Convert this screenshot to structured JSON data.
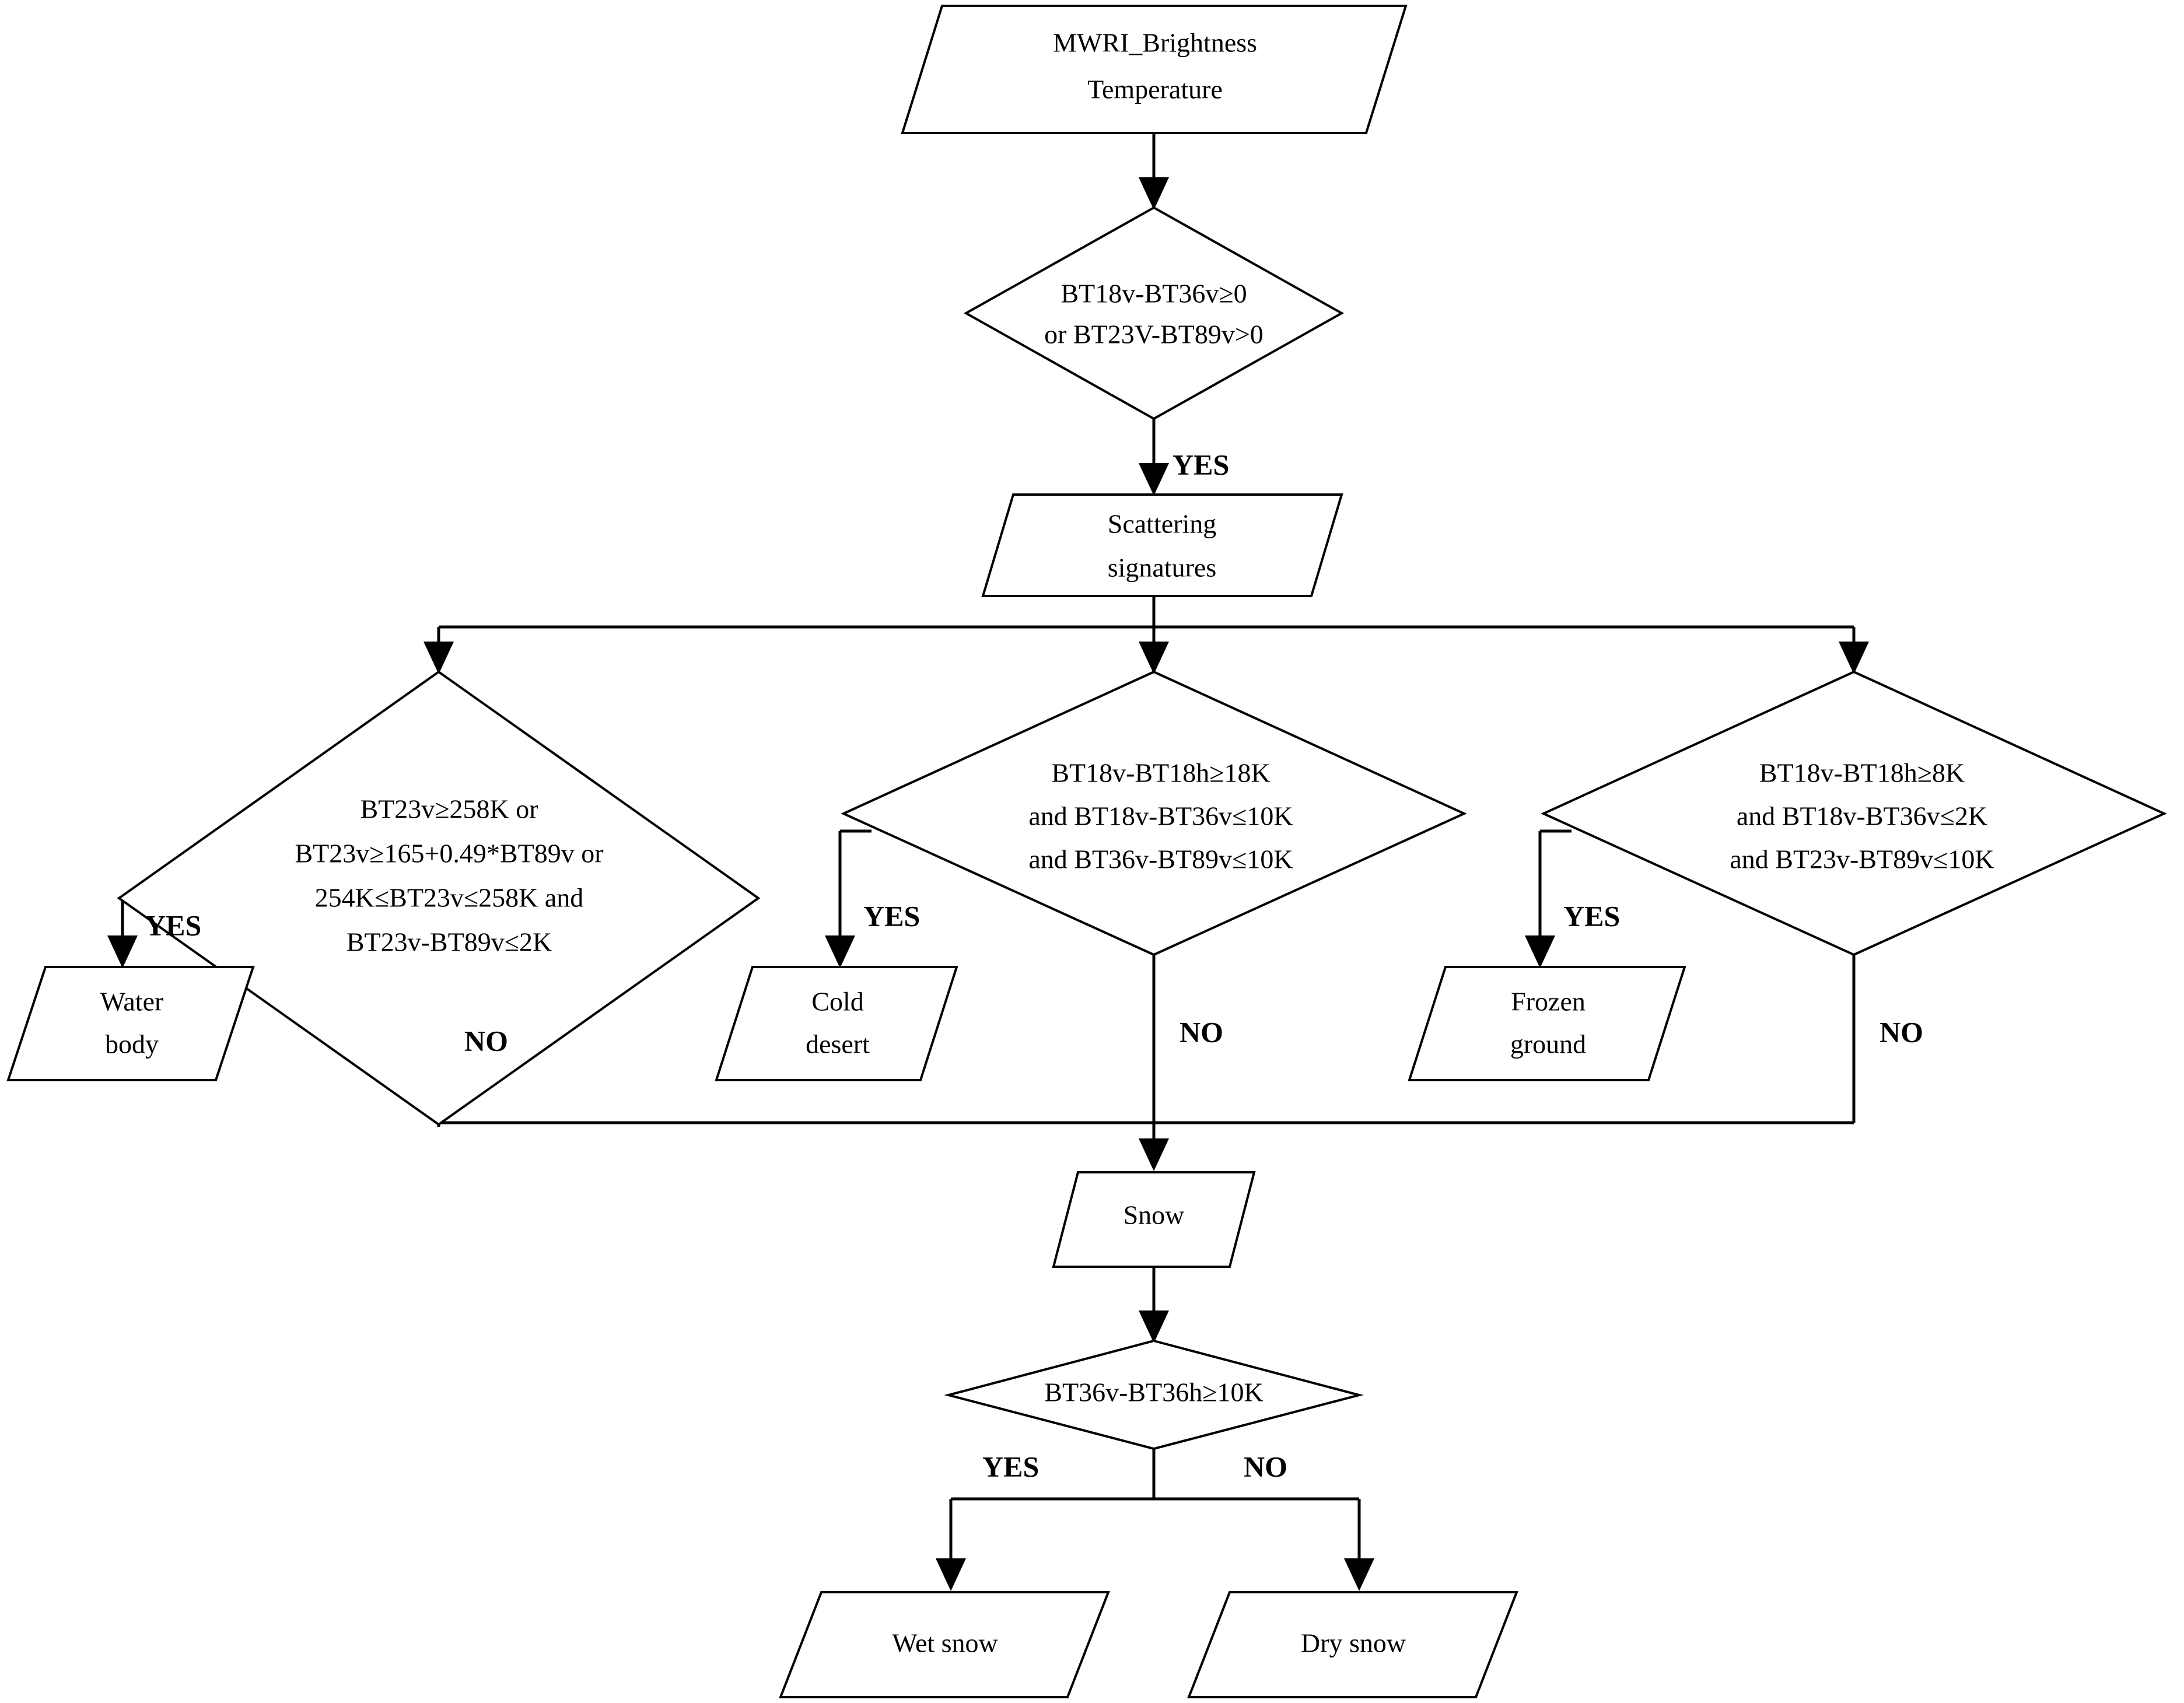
{
  "diagram": {
    "title": "MWRI snow discrimination decision tree",
    "colors": {
      "stroke": "#000000",
      "fill": "#ffffff",
      "background": "#ffffff"
    },
    "nodes": {
      "input": {
        "shape": "parallelogram",
        "line1": "MWRI_Brightness",
        "line2": "Temperature"
      },
      "decision_scatter": {
        "shape": "diamond",
        "line1": "BT18v-BT36v≥0",
        "line2": "or BT23V-BT89v>0"
      },
      "scattering": {
        "shape": "parallelogram",
        "line1": "Scattering",
        "line2": "signatures"
      },
      "decision_water": {
        "shape": "diamond",
        "line1": "BT23v≥258K or",
        "line2": "BT23v≥165+0.49*BT89v or",
        "line3": "254K≤BT23v≤258K and",
        "line4": "BT23v-BT89v≤2K"
      },
      "decision_cold_desert": {
        "shape": "diamond",
        "line1": "BT18v-BT18h≥18K",
        "line2": "and BT18v-BT36v≤10K",
        "line3": "and BT36v-BT89v≤10K"
      },
      "decision_frozen": {
        "shape": "diamond",
        "line1": "BT18v-BT18h≥8K",
        "line2": "and BT18v-BT36v≤2K",
        "line3": "and BT23v-BT89v≤10K"
      },
      "water_body": {
        "shape": "parallelogram",
        "line1": "Water",
        "line2": "body"
      },
      "cold_desert": {
        "shape": "parallelogram",
        "line1": "Cold",
        "line2": "desert"
      },
      "frozen_ground": {
        "shape": "parallelogram",
        "line1": "Frozen",
        "line2": "ground"
      },
      "snow": {
        "shape": "parallelogram",
        "line1": "Snow"
      },
      "decision_wetdry": {
        "shape": "diamond",
        "line1": "BT36v-BT36h≥10K"
      },
      "wet_snow": {
        "shape": "parallelogram",
        "line1": "Wet snow"
      },
      "dry_snow": {
        "shape": "parallelogram",
        "line1": "Dry snow"
      }
    },
    "branch_labels": {
      "yes": "YES",
      "no": "NO",
      "scatter_yes": "YES",
      "water_yes": "YES",
      "water_no": "NO",
      "cold_desert_yes": "YES",
      "cold_desert_no": "NO",
      "frozen_yes": "YES",
      "frozen_no": "NO",
      "wetdry_yes": "YES",
      "wetdry_no": "NO"
    }
  }
}
